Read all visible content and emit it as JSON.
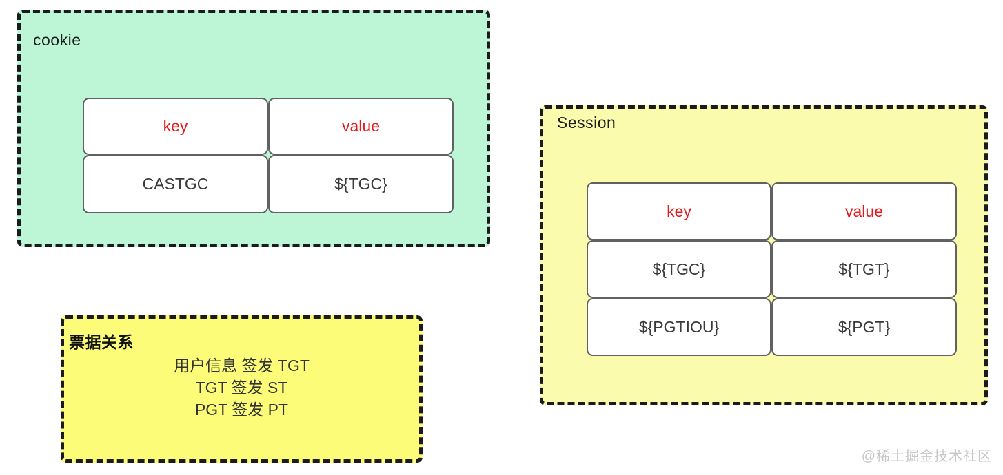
{
  "colors": {
    "cookie_box_bg": "#bdf6d6",
    "session_box_bg": "#fbfbad",
    "ticket_box_bg": "#fcfc78",
    "dashed_border": "#1b1b1b",
    "cell_border": "#616161",
    "header_red": "#e6191c",
    "cell_text": "#3a3a3a",
    "watermark_gray": "#c7c7c7"
  },
  "boxes": {
    "cookie": {
      "label": "cookie",
      "table": {
        "headers": [
          "key",
          "value"
        ],
        "rows": [
          [
            "CASTGC",
            "${TGC}"
          ]
        ]
      }
    },
    "session": {
      "label": "Session",
      "table": {
        "headers": [
          "key",
          "value"
        ],
        "rows": [
          [
            "${TGC}",
            "${TGT}"
          ],
          [
            "${PGTIOU}",
            "${PGT}"
          ]
        ]
      }
    },
    "ticket": {
      "label": "票据关系",
      "lines": [
        "用户信息 签发 TGT",
        "TGT 签发 ST",
        "PGT 签发 PT"
      ]
    }
  },
  "watermark": "@稀土掘金技术社区"
}
